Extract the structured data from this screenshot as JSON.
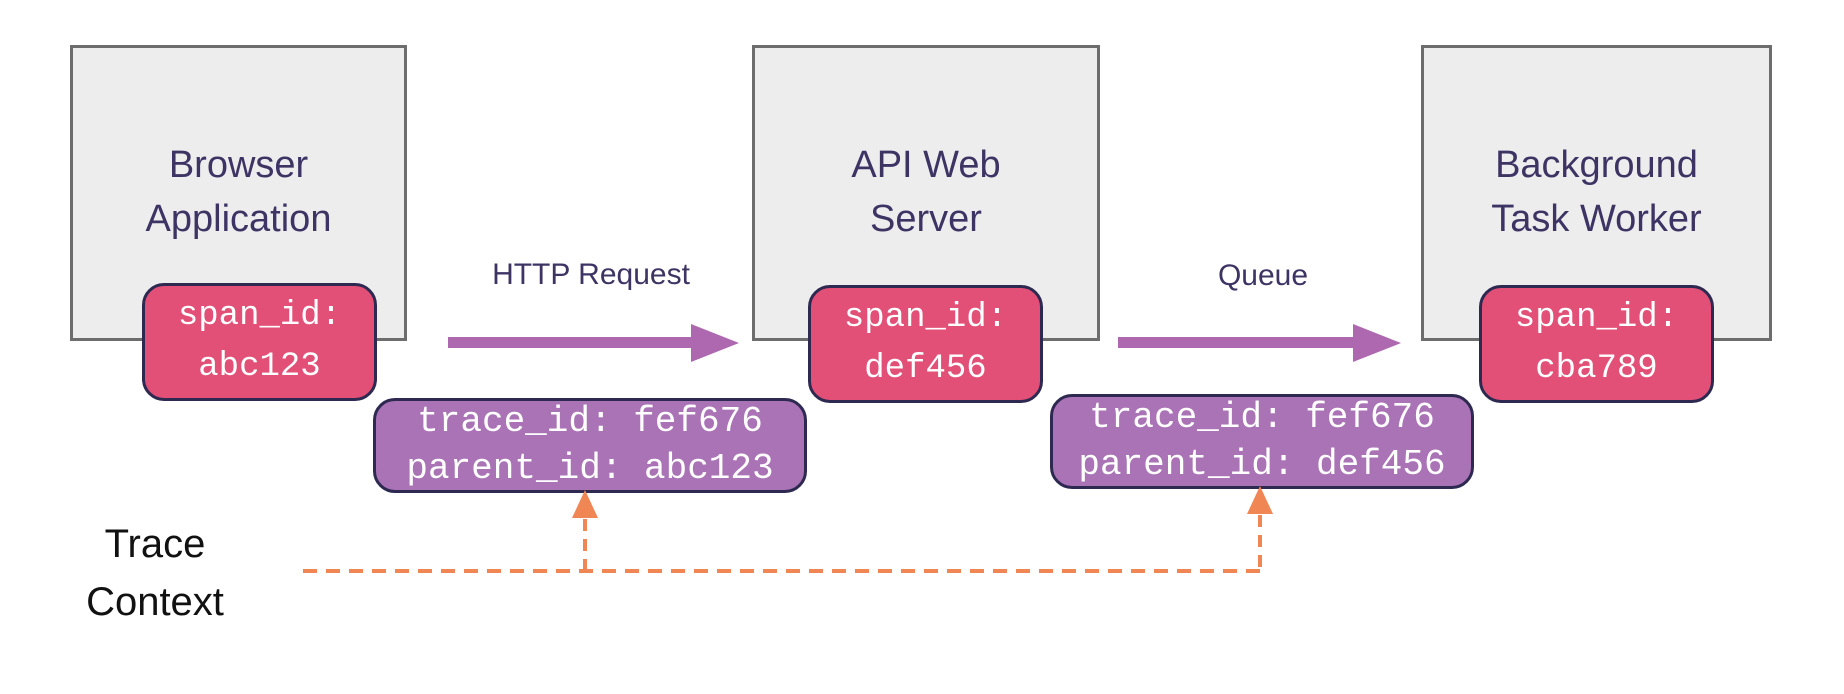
{
  "diagram_type": "distributed-tracing-flow",
  "colors": {
    "service_box_fill": "#ededee",
    "service_box_border": "#6d6d6d",
    "title_text": "#3d3464",
    "span_badge_fill": "#e25077",
    "trace_badge_fill": "#a973b5",
    "badge_border": "#2e2950",
    "badge_text": "#ffffff",
    "flow_arrow": "#ad68af",
    "trace_context_line": "#f08654",
    "trace_context_text": "#111111"
  },
  "services": [
    {
      "name": "Browser\nApplication",
      "span": "span_id:\nabc123"
    },
    {
      "name": "API Web\nServer",
      "span": "span_id:\ndef456"
    },
    {
      "name": "Background\nTask Worker",
      "span": "span_id:\ncba789"
    }
  ],
  "links": [
    {
      "label": "HTTP Request"
    },
    {
      "label": "Queue"
    }
  ],
  "trace_contexts": [
    {
      "text": "trace_id: fef676\nparent_id: abc123"
    },
    {
      "text": "trace_id: fef676\nparent_id: def456"
    }
  ],
  "trace_context_label": "Trace\nContext"
}
